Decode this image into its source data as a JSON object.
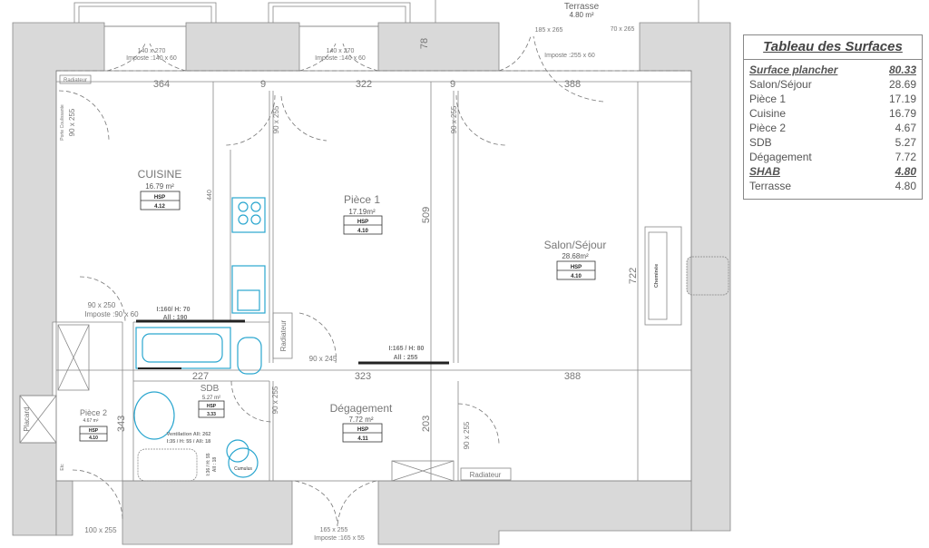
{
  "table": {
    "title": "Tableau des Surfaces",
    "rows": [
      {
        "label": "Surface plancher",
        "value": "80.33",
        "total": true
      },
      {
        "label": "Salon/Séjour",
        "value": "28.69"
      },
      {
        "label": "Pièce 1",
        "value": "17.19"
      },
      {
        "label": "Cuisine",
        "value": "16.79"
      },
      {
        "label": "Pièce 2",
        "value": "4.67"
      },
      {
        "label": "SDB",
        "value": "5.27"
      },
      {
        "label": "Dégagement",
        "value": "7.72"
      },
      {
        "label": "SHAB",
        "value": "4.80",
        "total": true
      },
      {
        "label": "Terrasse",
        "value": "4.80"
      }
    ]
  },
  "rooms": {
    "cuisine": {
      "name": "CUISINE",
      "area": "16.79  m²",
      "hsp_label": "HSP",
      "hsp": "4.12"
    },
    "piece1": {
      "name": "Pièce 1",
      "area": "17.19m²",
      "hsp_label": "HSP",
      "hsp": "4.10"
    },
    "salon": {
      "name": "Salon/Séjour",
      "area": "28.68m²",
      "hsp_label": "HSP",
      "hsp": "4.10"
    },
    "sdb": {
      "name": "SDB",
      "area": "5.27  m²",
      "hsp_label": "HSP",
      "hsp": "3.33"
    },
    "piece2": {
      "name": "Pièce 2",
      "area": "4.67  m²",
      "hsp_label": "HSP",
      "hsp": "4.10"
    },
    "degagement": {
      "name": "Dégagement",
      "area": "7.72 m²",
      "hsp_label": "HSP",
      "hsp": "4.11"
    },
    "terrasse": {
      "name": "Terrasse",
      "area": "4.80 m²"
    }
  },
  "dimensions": {
    "top_cuisine": "364",
    "top_gap1": "9",
    "top_piece1": "322",
    "top_gap2": "9",
    "top_salon": "388",
    "wall_thickness": "78",
    "cuisine_depth": "440",
    "piece1_depth": "509",
    "salon_depth": "722",
    "sdb_width": "227",
    "mid_piece1": "323",
    "mid_salon": "388",
    "piece2_depth": "343",
    "degagement_depth": "203"
  },
  "openings": {
    "window1_size": "140 x 270",
    "window1_imposte": "Imposte :140 x 60",
    "window2_size": "140 x 270",
    "window2_imposte": "Imposte :140 x 60",
    "window3_size": "185 x 265",
    "window3_imposte": "Imposte :255 x 60",
    "window4_size": "70 x 265",
    "door_cuisine": "90 x 255",
    "door_piece1": "90 x 255",
    "door_salon": "90 x 255",
    "door_sdb": "90 x 255",
    "door_salon_low": "90 x 255",
    "door_cuisine_balcony": "90 x 250",
    "door_cuisine_balcony_imposte": "Imposte :90 x 60",
    "window_cuisine_int": "I:160/ H: 70",
    "window_cuisine_int_all": "All : 190",
    "door_piece1_low": "90 x 245",
    "window_piece1_int": "I:165 / H: 80",
    "window_piece1_int_all": "All : 255",
    "door_entry_left": "100 x 255",
    "door_entry": "165 x 255",
    "door_entry_imposte": "Imposte :165 x 55",
    "ventilation": "Ventilation All: 262",
    "ventilation_dims": "I:35 / H: 55 / All: 18",
    "vent2": "I:36 / H: 55",
    "vent2_all": "All : 18"
  },
  "labels": {
    "radiator": "Radiateur",
    "sliding_door": "Porte Coulissante",
    "closet": "Placard",
    "etc": "Etc",
    "water_heater": "Cumulus",
    "fireplace": "Cheminée"
  },
  "colors": {
    "wall": "#d9d9d9",
    "fixtures": "#2aa6cf",
    "text": "#777777"
  }
}
